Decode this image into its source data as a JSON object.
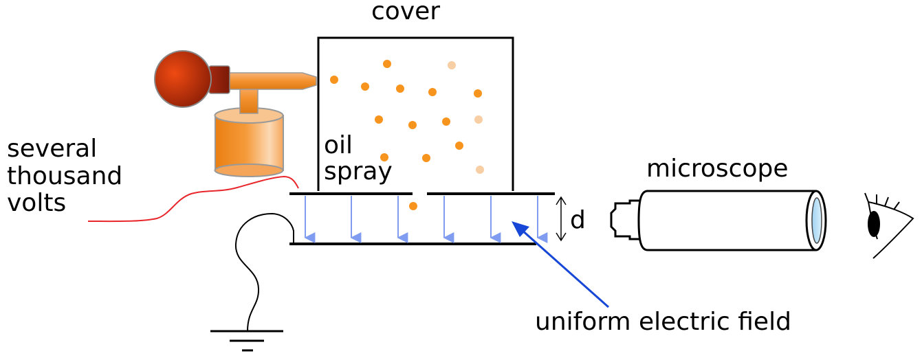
{
  "labels": {
    "cover": "cover",
    "oil": "oil",
    "spray": "spray",
    "voltage_line1": "several",
    "voltage_line2": "thousand",
    "voltage_line3": "volts",
    "microscope": "microscope",
    "gap": "d",
    "field": "uniform electric field"
  },
  "colors": {
    "line": "#000000",
    "wire_red": "#e8262b",
    "field_arrow": "#7f9cf0",
    "pointer_arrow": "#1747d6",
    "droplet": "#f7941d",
    "droplet_faint": "#f8cfa4",
    "bulb": "#c73a10",
    "reservoir": "#f7941d"
  },
  "icons": [
    "atomizer-icon",
    "microscope-icon",
    "eye-icon",
    "ground-symbol-icon"
  ]
}
